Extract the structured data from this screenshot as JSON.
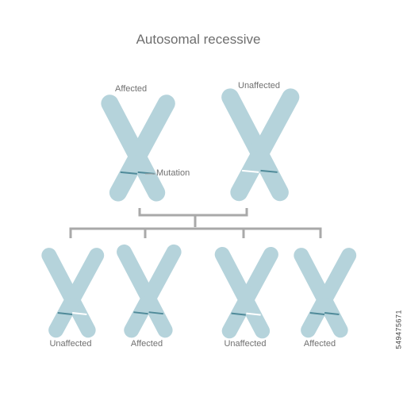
{
  "title": "Autosomal recessive",
  "parents": {
    "left_label": "Affected",
    "right_label": "Unaffected",
    "mutation_label": "Mutation"
  },
  "children": [
    {
      "label": "Unaffected"
    },
    {
      "label": "Affected"
    },
    {
      "label": "Unaffected"
    },
    {
      "label": "Affected"
    }
  ],
  "stock_id": "549475671",
  "colors": {
    "chromosome": "#b5d3db",
    "mutation_band": "#4f8a99",
    "normal_band": "#ffffff",
    "connector": "#a9a9a9",
    "text": "#707070"
  }
}
